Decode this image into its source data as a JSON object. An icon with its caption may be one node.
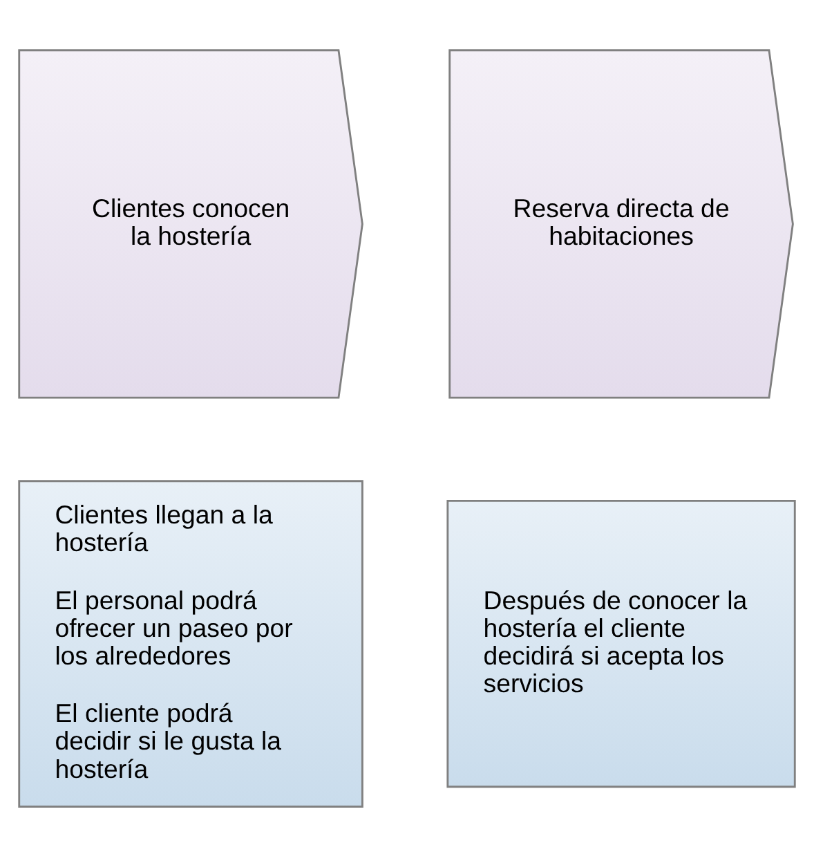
{
  "diagram": {
    "nodes": [
      {
        "text": [
          "Clientes conocen la hostería"
        ]
      },
      {
        "text": [
          "Reserva directa de habitaciones"
        ]
      },
      {
        "text": [
          "Clientes llegan a la hostería",
          "El personal podrá ofrecer un paseo por los alrededores",
          "El cliente podrá decidir si le gusta la hostería"
        ]
      },
      {
        "text": [
          "Después de conocer la hostería el cliente decidirá si acepta los servicios"
        ]
      }
    ],
    "edges": []
  }
}
